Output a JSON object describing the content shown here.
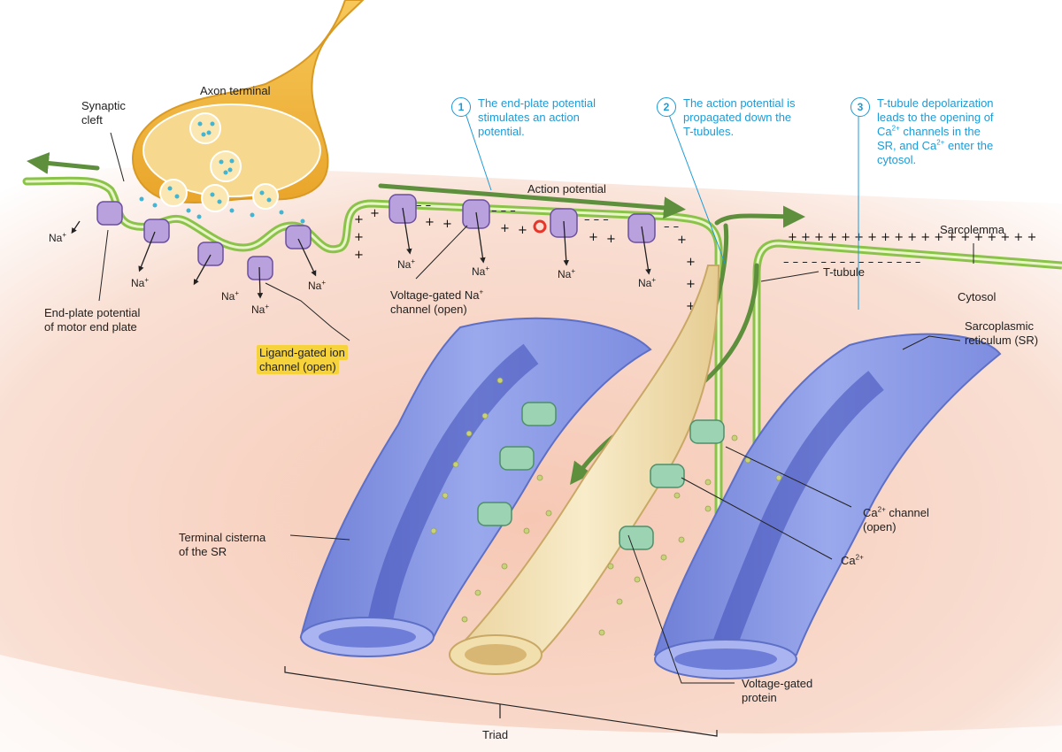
{
  "colors": {
    "membrane_green": "#8bc34a",
    "arrow_green": "#5d8f3c",
    "axon_gold": "#f2b73c",
    "sr_blue": "#8c9be6",
    "ttubule_cream": "#f3e2b8",
    "channel_purple": "#b9a1dd",
    "ca_channel_teal": "#9cd3b3",
    "step_blue": "#1d9bd7",
    "highlight_yellow": "#f6d33a",
    "tissue_pink": "#f7d7cb"
  },
  "labels": {
    "axon_terminal": "Axon terminal",
    "synaptic_cleft": "Synaptic\ncleft",
    "action_potential": "Action potential",
    "sarcolemma": "Sarcolemma",
    "cytosol": "Cytosol",
    "t_tubule": "T-tubule",
    "sarcoplasmic_reticulum": "Sarcoplasmic\nreticulum (SR)",
    "end_plate_potential": "End-plate potential\nof motor end plate",
    "ligand_gated_line1": "Ligand-gated ion",
    "ligand_gated_line2": "channel (open)",
    "voltage_gated_na_prefix": "Voltage-gated Na",
    "voltage_gated_na_sup": "+",
    "voltage_gated_na_suffix": "channel (open)",
    "terminal_cisterna": "Terminal cisterna\nof the SR",
    "ca_channel_prefix": "Ca",
    "ca_channel_sup": "2+",
    "ca_channel_suffix": " channel",
    "ca_channel_open": "(open)",
    "ca_ion_prefix": "Ca",
    "ca_ion_sup": "2+",
    "voltage_gated_protein": "Voltage-gated\nprotein",
    "triad": "Triad",
    "na_text": "Na",
    "na_sup": "+"
  },
  "steps": [
    {
      "number": "1",
      "text": "The end-plate potential\nstimulates an action\npotential."
    },
    {
      "number": "2",
      "text": "The action potential is\npropagated down the\nT-tubules."
    },
    {
      "number": "3",
      "line1": "T-tubule depolarization",
      "line2": "leads to the opening of",
      "line3_prefix": "Ca",
      "line3_sup": "2+",
      "line3_suffix": " channels in the",
      "line4_prefix": "SR, and Ca",
      "line4_sup": "2+",
      "line4_suffix": " enter the",
      "line5": "cytosol."
    }
  ]
}
